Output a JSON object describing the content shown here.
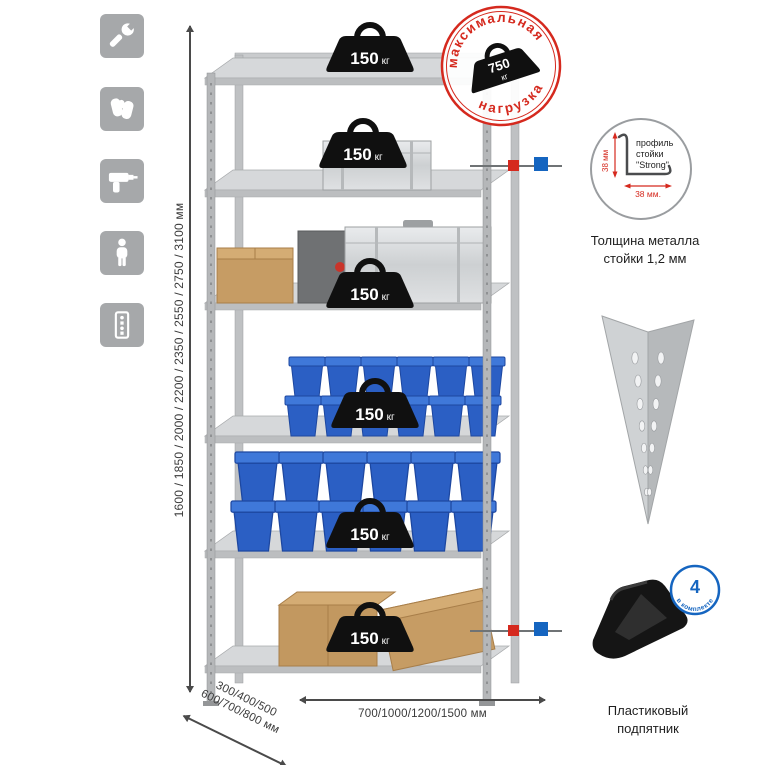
{
  "sidebar_icons": [
    "wrench-icon",
    "gloves-icon",
    "drill-icon",
    "person-icon",
    "post-profile-icon"
  ],
  "dimensions": {
    "height": "1600 / 1850 / 2000 / 2200 / 2350 / 2550 / 2750 / 3100 мм",
    "depth_line1": "300/400/500",
    "depth_line2": "600/700/800 мм",
    "width": "700/1000/1200/1500 мм"
  },
  "shelf_load": {
    "value": "150",
    "unit": "кг"
  },
  "max_load": {
    "arc_top": "максимальная",
    "arc_bottom": "нагрузка",
    "value": "750",
    "unit": "кг"
  },
  "profile": {
    "label_line1": "профиль",
    "label_line2": "стойки",
    "label_line3": "\"Strong\"",
    "dim_vertical": "38 мм",
    "dim_horizontal": "38 мм.",
    "caption_line1": "Толщина металла",
    "caption_line2": "стойки 1,2 мм"
  },
  "foot": {
    "badge_value": "4",
    "badge_text": "в комплекте",
    "caption_line1": "Пластиковый",
    "caption_line2": "подпятник"
  },
  "colors": {
    "accent_red": "#d5291e",
    "accent_blue": "#1565c0",
    "icon_gray": "#a6a8aa"
  }
}
